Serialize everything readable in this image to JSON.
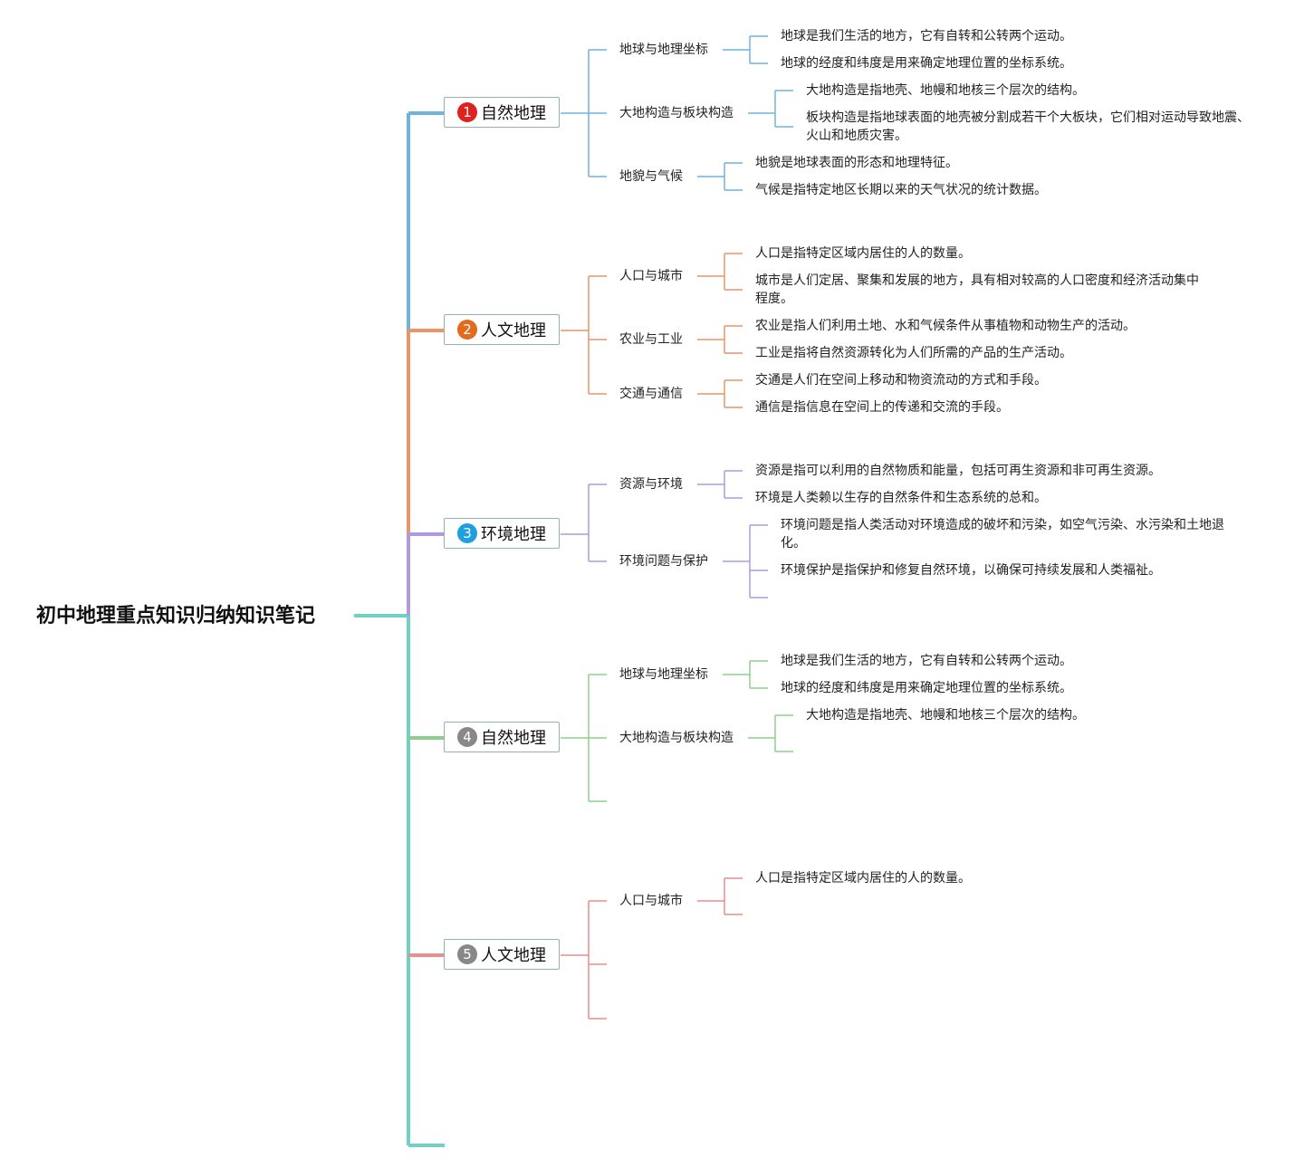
{
  "root": {
    "title": "初中地理重点知识归纳知识笔记"
  },
  "branches": [
    {
      "index": "1",
      "label": "自然地理",
      "color": "#6fb3df",
      "badge_color": "#e0221f",
      "topics": [
        {
          "label": "地球与地理坐标",
          "points": [
            "地球是我们生活的地方，它有自转和公转两个运动。",
            "地球的经度和纬度是用来确定地理位置的坐标系统。"
          ]
        },
        {
          "label": "大地构造与板块构造",
          "points": [
            "大地构造是指地壳、地幔和地核三个层次的结构。",
            "板块构造是指地球表面的地壳被分割成若干个大板块，它们相对运动导致地震、火山和地质灾害。"
          ]
        },
        {
          "label": "地貌与气候",
          "points": [
            "地貌是地球表面的形态和地理特征。",
            "气候是指特定地区长期以来的天气状况的统计数据。"
          ]
        }
      ]
    },
    {
      "index": "2",
      "label": "人文地理",
      "color": "#ea9468",
      "badge_color": "#e46a1c",
      "topics": [
        {
          "label": "人口与城市",
          "points": [
            "人口是指特定区域内居住的人的数量。",
            "城市是人们定居、聚集和发展的地方，具有相对较高的人口密度和经济活动集中程度。"
          ]
        },
        {
          "label": "农业与工业",
          "points": [
            "农业是指人们利用土地、水和气候条件从事植物和动物生产的活动。",
            "工业是指将自然资源转化为人们所需的产品的生产活动。"
          ]
        },
        {
          "label": "交通与通信",
          "points": [
            "交通是人们在空间上移动和物资流动的方式和手段。",
            "通信是指信息在空间上的传递和交流的手段。"
          ]
        }
      ]
    },
    {
      "index": "3",
      "label": "环境地理",
      "color": "#b098e2",
      "badge_color": "#1e9fe0",
      "topics": [
        {
          "label": "资源与环境",
          "points": [
            "资源是指可以利用的自然物质和能量，包括可再生资源和非可再生资源。",
            "环境是人类赖以生存的自然条件和生态系统的总和。"
          ]
        },
        {
          "label": "环境问题与保护",
          "points": [
            "环境问题是指人类活动对环境造成的破坏和污染，如空气污染、水污染和土地退化。",
            "环境保护是指保护和修复自然环境，以确保可持续发展和人类福祉。"
          ]
        }
      ]
    },
    {
      "index": "4",
      "label": "自然地理",
      "color": "#8ed08a",
      "badge_color": "#888888",
      "topics": [
        {
          "label": "地球与地理坐标",
          "points": [
            "地球是我们生活的地方，它有自转和公转两个运动。",
            "地球的经度和纬度是用来确定地理位置的坐标系统。"
          ]
        },
        {
          "label": "大地构造与板块构造",
          "points": [
            "大地构造是指地壳、地幔和地核三个层次的结构。"
          ]
        }
      ]
    },
    {
      "index": "5",
      "label": "人文地理",
      "color": "#ec8c8c",
      "badge_color": "#888888",
      "topics": [
        {
          "label": "人口与城市",
          "points": [
            "人口是指特定区域内居住的人的数量。"
          ]
        }
      ]
    }
  ],
  "trunk_color": "#6fd0c4"
}
